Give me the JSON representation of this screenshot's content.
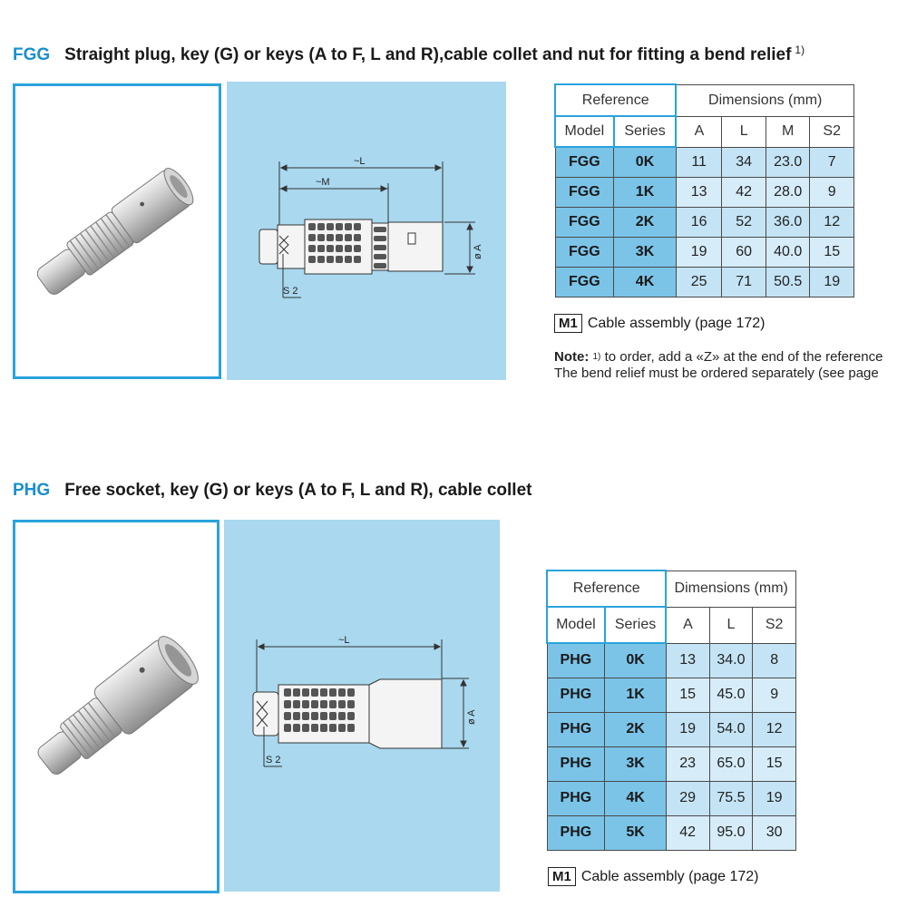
{
  "sections": {
    "fgg": {
      "code": "FGG",
      "title": "Straight plug, key (G) or keys (A to F, L and R),cable collet and nut for fitting a bend relief",
      "title_sup": "1)",
      "drawing_labels": {
        "L": "~L",
        "M": "~M",
        "A": "ø A",
        "S2": "S 2"
      },
      "table": {
        "reference_header": "Reference",
        "dimensions_header": "Dimensions (mm)",
        "columns": [
          "Model",
          "Series",
          "A",
          "L",
          "M",
          "S2"
        ],
        "rows": [
          [
            "FGG",
            "0K",
            "11",
            "34",
            "23.0",
            "7"
          ],
          [
            "FGG",
            "1K",
            "13",
            "42",
            "28.0",
            "9"
          ],
          [
            "FGG",
            "2K",
            "16",
            "52",
            "36.0",
            "12"
          ],
          [
            "FGG",
            "3K",
            "19",
            "60",
            "40.0",
            "15"
          ],
          [
            "FGG",
            "4K",
            "25",
            "71",
            "50.5",
            "19"
          ]
        ]
      },
      "m1_tag": "M1",
      "m1_text": "Cable assembly (page 172)",
      "note_label": "Note:",
      "note_sup": "1)",
      "note_line1": "to order, add a «Z» at the end of the reference",
      "note_line2": "The bend relief must be ordered separately (see page"
    },
    "phg": {
      "code": "PHG",
      "title": "Free socket, key (G) or keys (A to F, L and R), cable collet",
      "drawing_labels": {
        "L": "~L",
        "A": "ø A",
        "S2": "S 2"
      },
      "table": {
        "reference_header": "Reference",
        "dimensions_header": "Dimensions (mm)",
        "columns": [
          "Model",
          "Series",
          "A",
          "L",
          "S2"
        ],
        "rows": [
          [
            "PHG",
            "0K",
            "13",
            "34.0",
            "8"
          ],
          [
            "PHG",
            "1K",
            "15",
            "45.0",
            "9"
          ],
          [
            "PHG",
            "2K",
            "19",
            "54.0",
            "12"
          ],
          [
            "PHG",
            "3K",
            "23",
            "65.0",
            "15"
          ],
          [
            "PHG",
            "4K",
            "29",
            "75.5",
            "19"
          ],
          [
            "PHG",
            "5K",
            "42",
            "95.0",
            "30"
          ]
        ]
      },
      "m1_tag": "M1",
      "m1_text": "Cable assembly (page 172)"
    }
  },
  "colors": {
    "accent": "#1a8fcf",
    "frame": "#29a3dc",
    "drawing_bg": "#a9d8ef",
    "table_key": "#7bc4e8",
    "table_value": "#c4e4f5"
  },
  "icons": {
    "fgg_photo": "straight-plug-photo",
    "phg_photo": "free-socket-photo"
  }
}
